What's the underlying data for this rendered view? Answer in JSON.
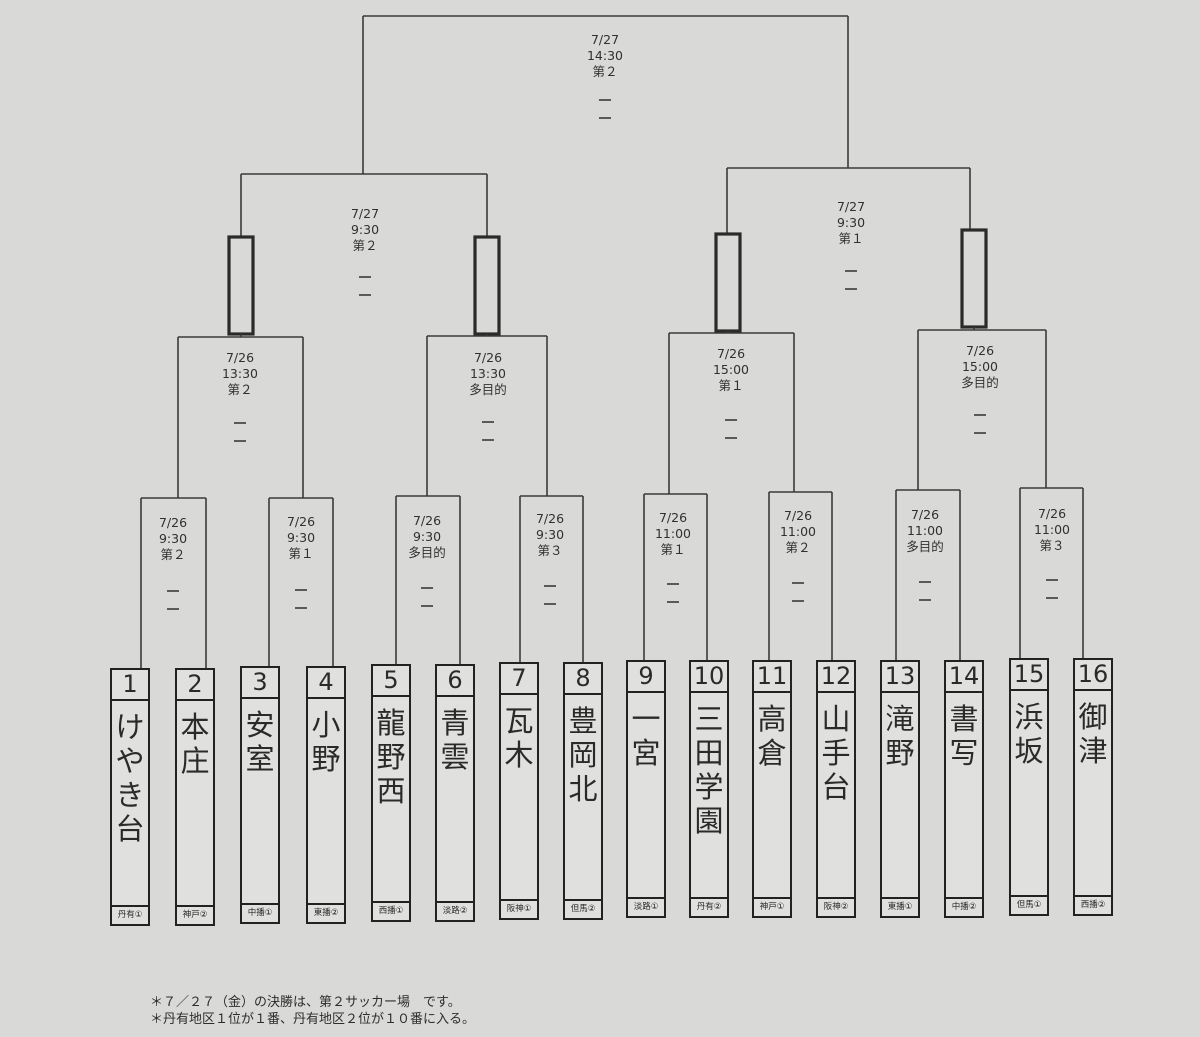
{
  "teams": [
    {
      "num": "1",
      "name": "けやき台",
      "region": "丹有①"
    },
    {
      "num": "2",
      "name": "本庄",
      "region": "神戸②"
    },
    {
      "num": "3",
      "name": "安室",
      "region": "中播①"
    },
    {
      "num": "4",
      "name": "小野",
      "region": "東播②"
    },
    {
      "num": "5",
      "name": "龍野西",
      "region": "西播①"
    },
    {
      "num": "6",
      "name": "青雲",
      "region": "淡路②"
    },
    {
      "num": "7",
      "name": "瓦木",
      "region": "阪神①"
    },
    {
      "num": "8",
      "name": "豊岡北",
      "region": "但馬②"
    },
    {
      "num": "9",
      "name": "一宮",
      "region": "淡路①"
    },
    {
      "num": "10",
      "name": "三田学園",
      "region": "丹有②"
    },
    {
      "num": "11",
      "name": "高倉",
      "region": "神戸①"
    },
    {
      "num": "12",
      "name": "山手台",
      "region": "阪神②"
    },
    {
      "num": "13",
      "name": "滝野",
      "region": "東播①"
    },
    {
      "num": "14",
      "name": "書写",
      "region": "中播②"
    },
    {
      "num": "15",
      "name": "浜坂",
      "region": "但馬①"
    },
    {
      "num": "16",
      "name": "御津",
      "region": "西播②"
    }
  ],
  "matches": {
    "round1": [
      {
        "date": "7/26",
        "time": "9:30",
        "field": "第２"
      },
      {
        "date": "7/26",
        "time": "9:30",
        "field": "第１"
      },
      {
        "date": "7/26",
        "time": "9:30",
        "field": "多目的"
      },
      {
        "date": "7/26",
        "time": "9:30",
        "field": "第３"
      },
      {
        "date": "7/26",
        "time": "11:00",
        "field": "第１"
      },
      {
        "date": "7/26",
        "time": "11:00",
        "field": "第２"
      },
      {
        "date": "7/26",
        "time": "11:00",
        "field": "多目的"
      },
      {
        "date": "7/26",
        "time": "11:00",
        "field": "第３"
      }
    ],
    "round2": [
      {
        "date": "7/26",
        "time": "13:30",
        "field": "第２"
      },
      {
        "date": "7/26",
        "time": "13:30",
        "field": "多目的"
      },
      {
        "date": "7/26",
        "time": "15:00",
        "field": "第１"
      },
      {
        "date": "7/26",
        "time": "15:00",
        "field": "多目的"
      }
    ],
    "semis": [
      {
        "date": "7/27",
        "time": "9:30",
        "field": "第２"
      },
      {
        "date": "7/27",
        "time": "9:30",
        "field": "第１"
      }
    ],
    "final": {
      "date": "7/27",
      "time": "14:30",
      "field": "第２"
    }
  },
  "notes": [
    "＊７／２７（金）の決勝は、第２サッカー場　です。",
    "＊丹有地区１位が１番、丹有地区２位が１０番に入る。"
  ]
}
